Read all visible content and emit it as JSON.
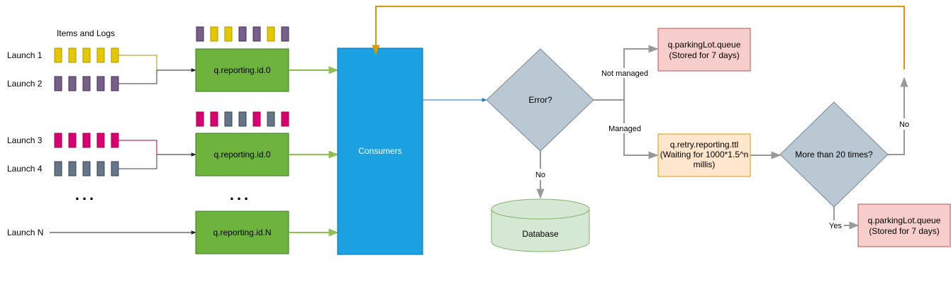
{
  "header": {
    "items_and_logs": "Items and Logs"
  },
  "launches": [
    {
      "label": "Launch 1",
      "color": "#E3C800"
    },
    {
      "label": "Launch 2",
      "color": "#76608A"
    },
    {
      "label": "Launch 3",
      "color": "#D80073"
    },
    {
      "label": "Launch 4",
      "color": "#647687"
    },
    {
      "label": "Launch N"
    }
  ],
  "ellipsis": "...",
  "queues": [
    {
      "label": "q.reporting.id.0"
    },
    {
      "label": "q.reporting.id.0"
    },
    {
      "label": "q.reporting.id.N"
    }
  ],
  "consumers": {
    "label": "Consumers"
  },
  "error_decision": {
    "label": "Error?"
  },
  "database": {
    "label": "Database"
  },
  "parking_top": {
    "line1": "q.parkingLot.queue",
    "line2": "(Stored for 7 days)"
  },
  "retry": {
    "line1": "q.retry.reporting.ttl",
    "line2": "(Waiting for 1000*1.5^n",
    "line3": "millis)"
  },
  "more_than": {
    "label": "More than 20 times?"
  },
  "parking_bottom": {
    "line1": "q.parkingLot.queue",
    "line2": "(Stored for 7 days)"
  },
  "edge_labels": {
    "not_managed": "Not managed",
    "managed": "Managed",
    "no_db": "No",
    "no_loop": "No",
    "yes": "Yes"
  },
  "colors": {
    "yellow": "#E3C800",
    "purple": "#76608A",
    "pink": "#D80073",
    "slate": "#647687",
    "queue_fill": "#6FB33F",
    "consumers_fill": "#1BA1E2",
    "decision_fill": "#BAC8D3",
    "db_fill": "#D5E8D4",
    "parking_fill": "#F8CECC",
    "retry_fill": "#FFE6CC",
    "green_arrow": "#8CC152",
    "blue_arrow": "#1B79B5",
    "orange_line": "#D79B00"
  }
}
